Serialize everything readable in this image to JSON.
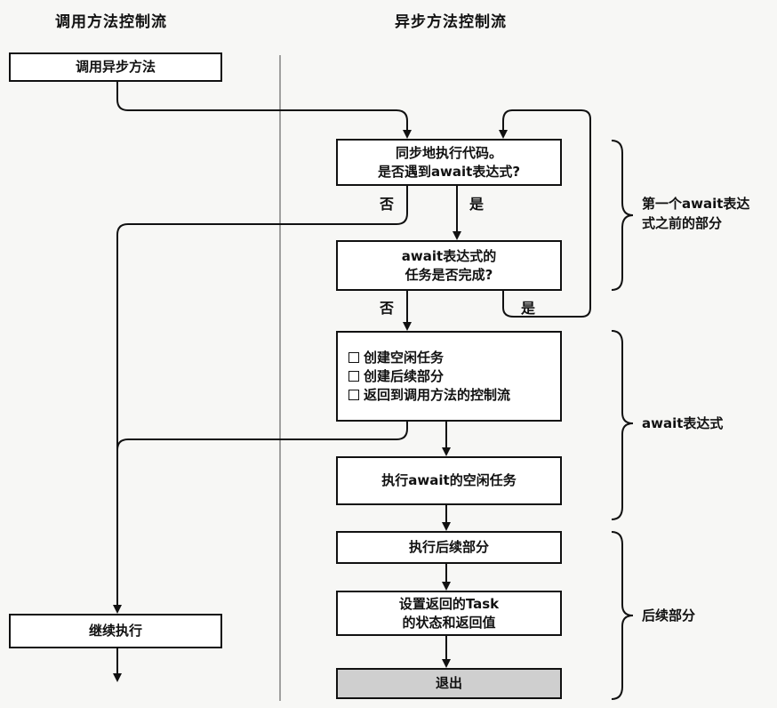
{
  "headers": {
    "left": "调用方法控制流",
    "right": "异步方法控制流"
  },
  "boxes": {
    "call_async": "调用异步方法",
    "sync_exec": [
      "同步地执行代码。",
      "是否遇到await表达式?"
    ],
    "await_done": [
      "await表达式的",
      "任务是否完成?"
    ],
    "await_actions": [
      "创建空闲任务",
      "创建后续部分",
      "返回到调用方法的控制流"
    ],
    "exec_idle": "执行await的空闲任务",
    "exec_continuation": "执行后续部分",
    "set_return": [
      "设置返回的Task",
      "的状态和返回值"
    ],
    "exit": "退出",
    "continue_exec": "继续执行"
  },
  "branch_labels": {
    "sync_no": "否",
    "sync_yes": "是",
    "await_no": "否",
    "await_yes": "是"
  },
  "brace_labels": {
    "before_first_await": [
      "第一个await表达",
      "式之前的部分"
    ],
    "await_expr": "await表达式",
    "continuation": "后续部分"
  },
  "colors": {
    "exit_fill": "#cfcfcf",
    "line": "#111111"
  }
}
